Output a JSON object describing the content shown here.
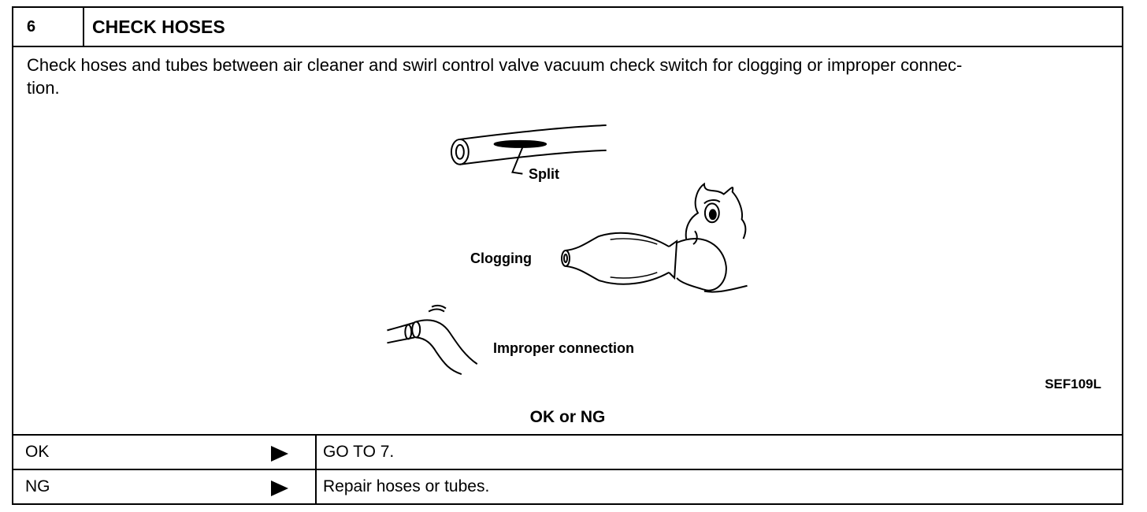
{
  "step": {
    "number": "6",
    "title": "CHECK HOSES",
    "instruction": "Check hoses and tubes between air cleaner and swirl control valve vacuum check switch for clogging or improper connec-\ntion."
  },
  "figure": {
    "labels": {
      "split": "Split",
      "clogging": "Clogging",
      "improper": "Improper connection"
    },
    "code": "SEF109L"
  },
  "result": {
    "title": "OK or NG",
    "rows": [
      {
        "label": "OK",
        "action": "GO TO 7."
      },
      {
        "label": "NG",
        "action": "Repair hoses or tubes."
      }
    ]
  }
}
